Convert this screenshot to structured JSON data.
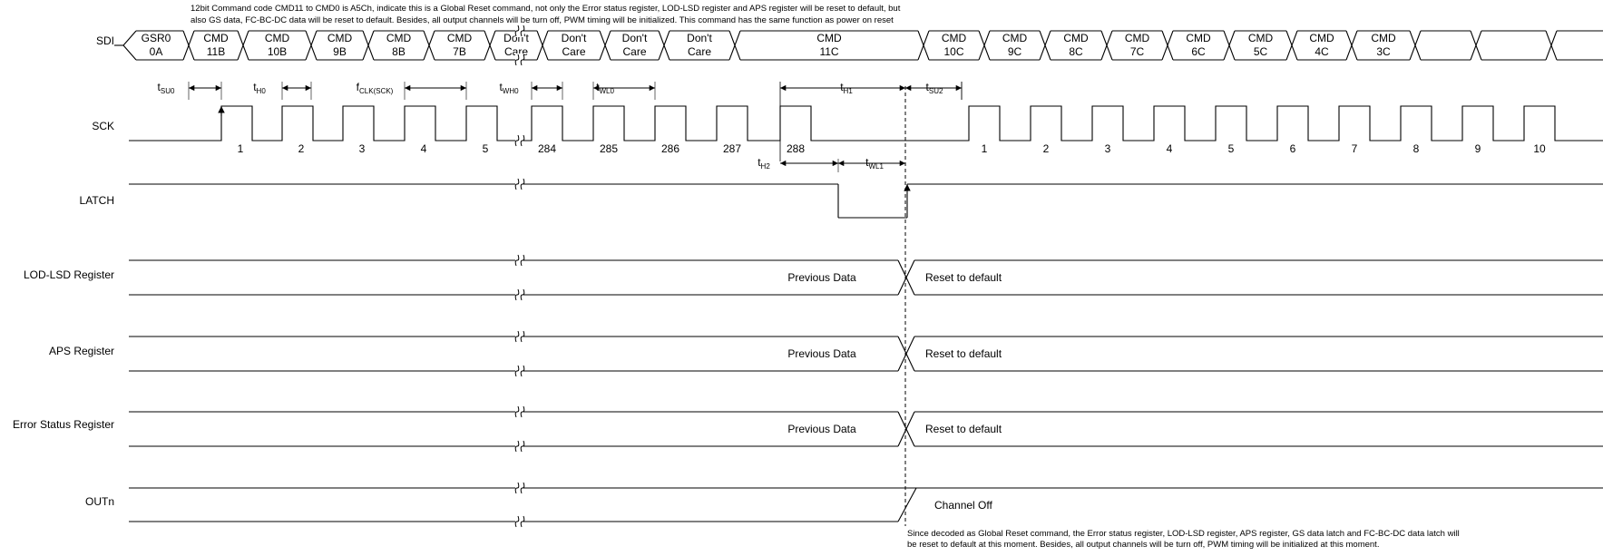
{
  "top_note": "12bit Command code CMD11 to CMD0 is A5Ch, indicate this is a Global Reset command, not only the Error status register, LOD-LSD register and APS register will be reset to default, but\nalso GS data, FC-BC-DC data will be reset to default. Besides, all output channels will be turn off, PWM timing will be initialized.  This  command has the same function as power on reset",
  "bottom_note": "Since decoded as Global Reset command, the Error status register, LOD-LSD register, APS register, GS data latch and FC-BC-DC data latch will\nbe reset to default at this moment. Besides, all output channels will be turn off, PWM timing will be initialized at this moment.",
  "signals": {
    "sdi": "SDI",
    "sck": "SCK",
    "latch": "LATCH",
    "lod": "LOD-LSD Register",
    "aps": "APS Register",
    "err": "Error Status Register",
    "out": "OUTn"
  },
  "sdi_cells": [
    [
      "GSR0",
      "0A"
    ],
    [
      "CMD",
      "11B"
    ],
    [
      "CMD",
      "10B"
    ],
    [
      "CMD",
      "9B"
    ],
    [
      "CMD",
      "8B"
    ],
    [
      "CMD",
      "7B"
    ],
    [
      "Don't",
      "Care"
    ],
    [
      "Don't",
      "Care"
    ],
    [
      "Don't",
      "Care"
    ],
    [
      "Don't",
      "Care"
    ],
    [
      "CMD",
      "11C"
    ],
    [
      "CMD",
      "10C"
    ],
    [
      "CMD",
      "9C"
    ],
    [
      "CMD",
      "8C"
    ],
    [
      "CMD",
      "7C"
    ],
    [
      "CMD",
      "6C"
    ],
    [
      "CMD",
      "5C"
    ],
    [
      "CMD",
      "4C"
    ],
    [
      "CMD",
      "3C"
    ]
  ],
  "sck_pulses_before": [
    "1",
    "2",
    "3",
    "4",
    "5",
    "284",
    "285",
    "286",
    "287",
    "288"
  ],
  "sck_pulses_after": [
    "1",
    "2",
    "3",
    "4",
    "5",
    "6",
    "7",
    "8",
    "9",
    "10"
  ],
  "timing": {
    "tsu0": [
      "t",
      "SU0"
    ],
    "th0": [
      "t",
      "H0"
    ],
    "fclk": [
      "f",
      "CLK(SCK)"
    ],
    "twh0": [
      "t",
      "WH0"
    ],
    "twl0": [
      "t",
      "WL0"
    ],
    "th1": [
      "t",
      "H1"
    ],
    "tsu2": [
      "t",
      "SU2"
    ],
    "th2": [
      "t",
      "H2"
    ],
    "twl1": [
      "t",
      "WL1"
    ]
  },
  "register_states": {
    "previous": "Previous Data",
    "reset": "Reset to default",
    "channel_off": "Channel Off"
  }
}
